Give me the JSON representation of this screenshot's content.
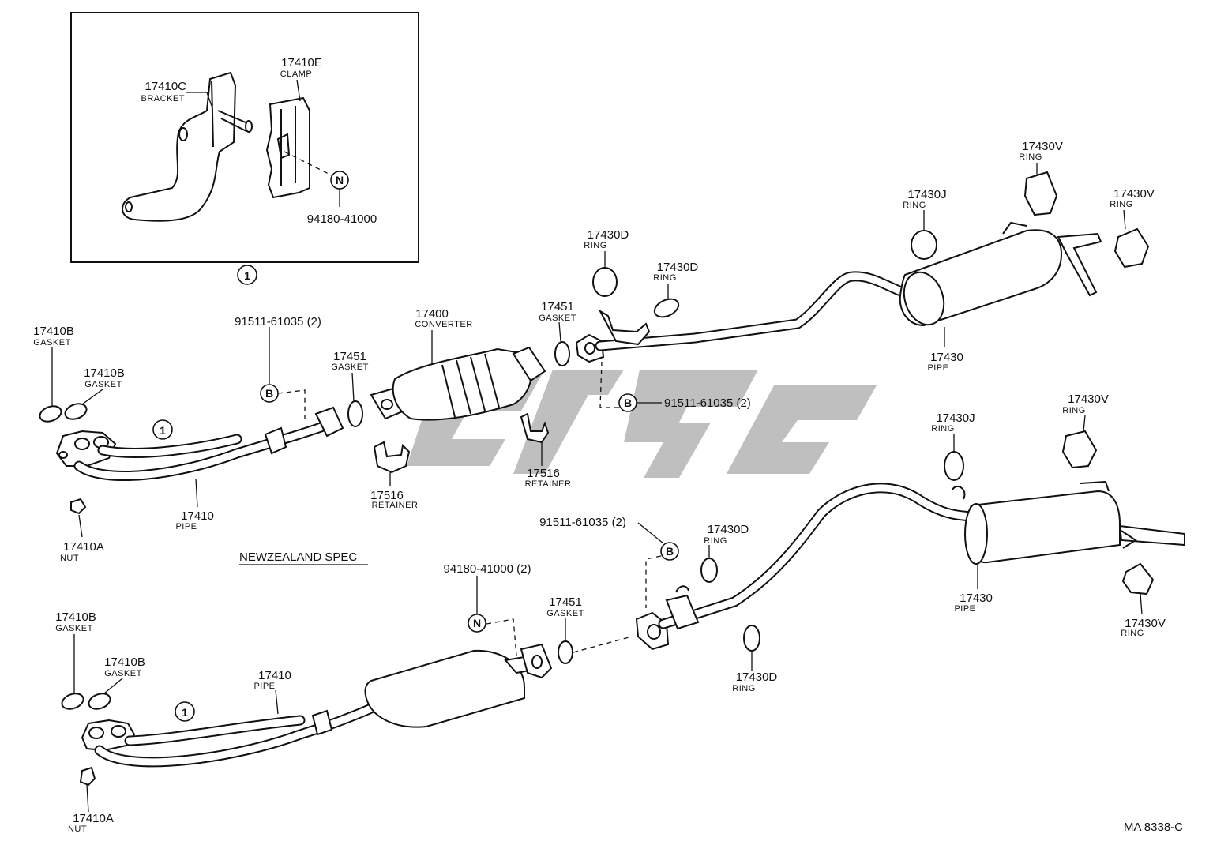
{
  "callouts": {
    "c1": {
      "num": "17410C",
      "name": "BRACKET"
    },
    "c2": {
      "num": "17410E",
      "name": "CLAMP"
    },
    "c3": {
      "num": "94180-41000",
      "name": ""
    },
    "c4": {
      "num": "17410B",
      "name": "GASKET"
    },
    "c5": {
      "num": "17410B",
      "name": "GASKET"
    },
    "c6": {
      "num": "91511-61035 (2)",
      "name": ""
    },
    "c7": {
      "num": "17451",
      "name": "GASKET"
    },
    "c8": {
      "num": "17400",
      "name": "CONVERTER"
    },
    "c9": {
      "num": "17451",
      "name": "GASKET"
    },
    "c10": {
      "num": "17430D",
      "name": "RING"
    },
    "c11": {
      "num": "17430D",
      "name": "RING"
    },
    "c12": {
      "num": "17430J",
      "name": "RING"
    },
    "c13": {
      "num": "17430V",
      "name": "RING"
    },
    "c14": {
      "num": "17430V",
      "name": "RING"
    },
    "c15": {
      "num": "17430",
      "name": "PIPE"
    },
    "c16": {
      "num": "91511-61035 (2)",
      "name": ""
    },
    "c17": {
      "num": "17516",
      "name": "RETAINER"
    },
    "c18": {
      "num": "17516",
      "name": "RETAINER"
    },
    "c19": {
      "num": "17410",
      "name": "PIPE"
    },
    "c20": {
      "num": "17410A",
      "name": "NUT"
    },
    "c21": {
      "num": "17430J",
      "name": "RING"
    },
    "c22": {
      "num": "17430V",
      "name": "RING"
    },
    "c23": {
      "num": "91511-61035 (2)",
      "name": ""
    },
    "c24": {
      "num": "17430D",
      "name": "RING"
    },
    "c25": {
      "num": "17430",
      "name": "PIPE"
    },
    "c26": {
      "num": "17430V",
      "name": "RING"
    },
    "c27": {
      "num": "94180-41000 (2)",
      "name": ""
    },
    "c28": {
      "num": "17451",
      "name": "GASKET"
    },
    "c29": {
      "num": "17410B",
      "name": "GASKET"
    },
    "c30": {
      "num": "17410B",
      "name": "GASKET"
    },
    "c31": {
      "num": "17410",
      "name": "PIPE"
    },
    "c32": {
      "num": "17430D",
      "name": "RING"
    },
    "c33": {
      "num": "17410A",
      "name": "NUT"
    }
  },
  "symbols": {
    "assembly_one": "1",
    "b_symbol": "B",
    "n_symbol": "N"
  },
  "section_label": "NEWZEALAND SPEC",
  "figure_code": "MA 8338-C",
  "watermark_color": "#b4b4b4"
}
